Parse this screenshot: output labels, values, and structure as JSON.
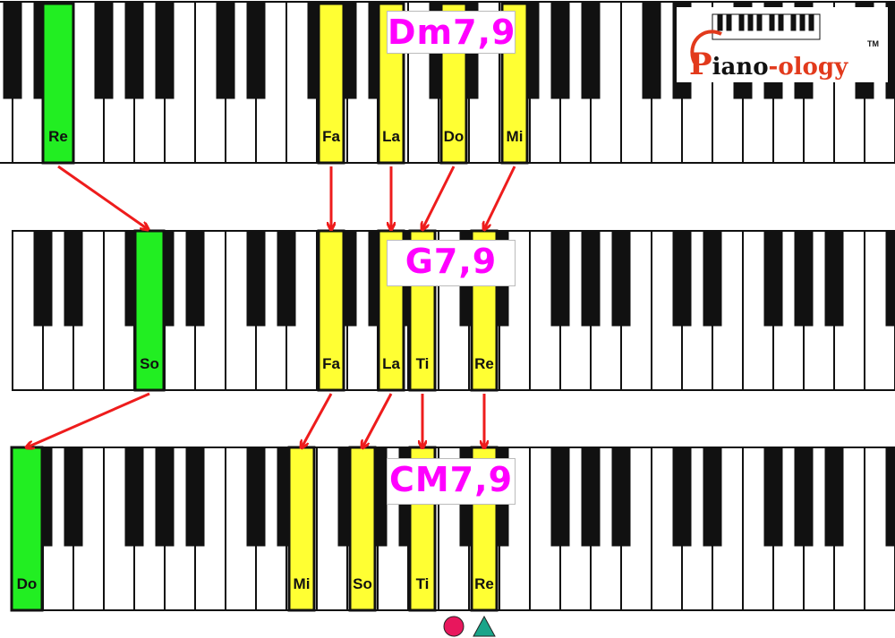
{
  "brand": {
    "logo_main": "iano",
    "logo_initial": "P",
    "logo_suffix": "-ology",
    "logo_tm": "TM"
  },
  "colors": {
    "highlight_chord": "#ffff33",
    "highlight_bass": "#22ee22",
    "arrow": "#ee1c1c",
    "chord_label": "#ff00ff",
    "circle_marker": "#e8175d",
    "triangle_marker": "#1aa58a"
  },
  "keyboards": [
    {
      "chord": "Dm7,9",
      "bass_note": "Re",
      "notes": [
        "Re",
        "Fa",
        "La",
        "Do",
        "Mi"
      ]
    },
    {
      "chord": "G7,9",
      "bass_note": "So",
      "notes": [
        "So",
        "Fa",
        "La",
        "Ti",
        "Re"
      ]
    },
    {
      "chord": "CM7,9",
      "bass_note": "Do",
      "notes": [
        "Do",
        "Mi",
        "So",
        "Ti",
        "Re"
      ]
    }
  ],
  "markers": {
    "circle": "circle-marker",
    "triangle": "triangle-marker"
  }
}
